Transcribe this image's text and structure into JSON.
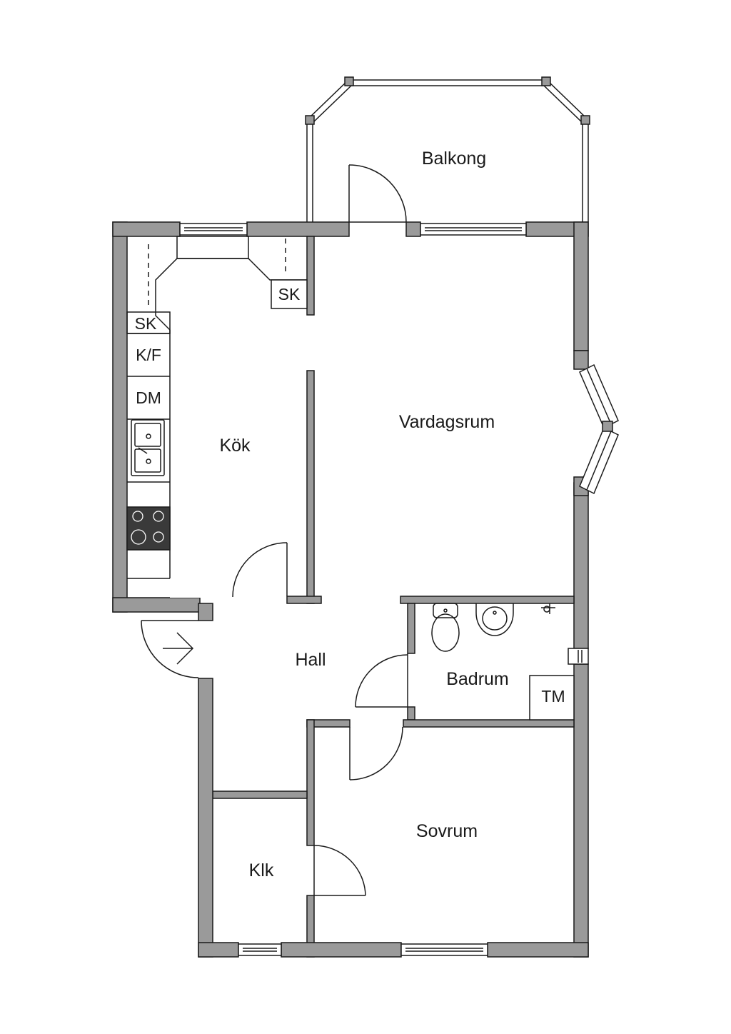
{
  "rooms": {
    "balkong": "Balkong",
    "kok": "Kök",
    "vardagsrum": "Vardagsrum",
    "hall": "Hall",
    "badrum": "Badrum",
    "sovrum": "Sovrum",
    "klk": "Klk"
  },
  "fixtures": {
    "sk_top": "SK",
    "sk_left": "SK",
    "kf": "K/F",
    "dm": "DM",
    "tm": "TM"
  },
  "colors": {
    "wall": "#9a9a9a",
    "line": "#1a1a1a",
    "stove": "#3a3a3a"
  }
}
